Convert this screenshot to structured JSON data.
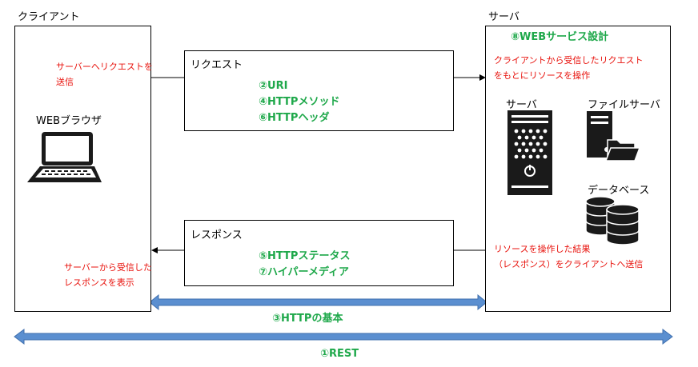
{
  "client": {
    "title": "クライアント",
    "send_note": [
      "サーバーへリクエストを",
      "送信"
    ],
    "browser_label": "WEBブラウザ",
    "display_note": [
      "サーバーから受信した",
      "レスポンスを表示"
    ]
  },
  "server": {
    "title": "サーバ",
    "design_label": "⑧WEBサービス設計",
    "receive_note": [
      "クライアントから受信したリクエスト",
      "をもとにリソースを操作"
    ],
    "send_note": [
      "リソースを操作した結果",
      "（レスポンス）をクライアントへ送信"
    ],
    "server_label": "サーバ",
    "file_server_label": "ファイルサーバ",
    "database_label": "データベース"
  },
  "request": {
    "title": "リクエスト",
    "items": [
      "②URI",
      "④HTTPメソッド",
      "⑥HTTPヘッダ"
    ]
  },
  "response": {
    "title": "レスポンス",
    "items": [
      "⑤HTTPステータス",
      "⑦ハイパーメディア"
    ]
  },
  "arrows": {
    "http_basics": "③HTTPの基本",
    "rest": "①REST"
  },
  "colors": {
    "red_text": "#e8120c",
    "green_text": "#1ea84a",
    "arrow_fill": "#5b8fd0"
  }
}
